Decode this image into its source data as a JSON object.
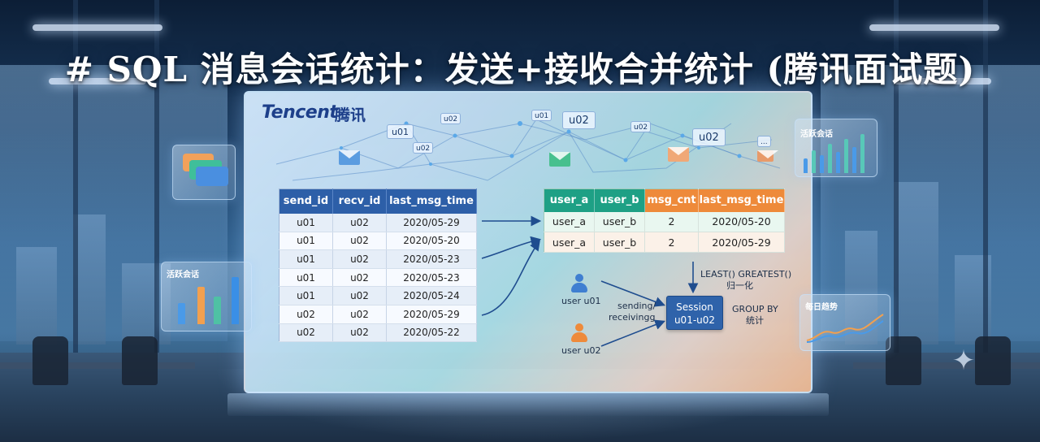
{
  "title": "# SQL 消息会话统计：发送+接收合并统计 (腾讯面试题)",
  "brand": {
    "en": "Tencent",
    "cn": "腾讯"
  },
  "float_tags": [
    "u01",
    "u02",
    "u02",
    "u01",
    "u02",
    "u02",
    "u02",
    "..."
  ],
  "left_table": {
    "headers": [
      "send_id",
      "recv_id",
      "last_msg_time"
    ],
    "rows": [
      [
        "u01",
        "u02",
        "2020/05-29"
      ],
      [
        "u01",
        "u02",
        "2020/05-20"
      ],
      [
        "u01",
        "u02",
        "2020/05-23"
      ],
      [
        "u01",
        "u02",
        "2020/05-23"
      ],
      [
        "u01",
        "u02",
        "2020/05-24"
      ],
      [
        "u02",
        "u02",
        "2020/05-29"
      ],
      [
        "u02",
        "u02",
        "2020/05-22"
      ]
    ]
  },
  "right_table": {
    "headers": [
      "user_a",
      "user_b",
      "msg_cnt",
      "last_msg_time"
    ],
    "rows": [
      [
        "user_a",
        "user_b",
        "2",
        "2020/05-20"
      ],
      [
        "user_a",
        "user_b",
        "2",
        "2020/05-29"
      ]
    ]
  },
  "flow": {
    "normalize_line1": "LEAST() GREATEST()",
    "normalize_line2": "归一化",
    "user1": "user u01",
    "user2": "user u02",
    "sending_line1": "sending/",
    "sending_line2": "receivingg",
    "session_line1": "Session",
    "session_line2": "u01-u02",
    "group_line1": "GROUP BY",
    "group_line2": "统计"
  },
  "cards": {
    "left_active": "活跃会话",
    "right_active": "活跃会话",
    "daily_trend": "每日趋势"
  },
  "colors": {
    "primary_blue": "#2d5fa8",
    "teal": "#1ea085",
    "orange": "#ee8a3a"
  },
  "icons": [
    "mail-icon",
    "chat-bubbles-icon",
    "user-icon",
    "bar-chart-icon",
    "line-chart-icon",
    "sparkle-icon"
  ]
}
